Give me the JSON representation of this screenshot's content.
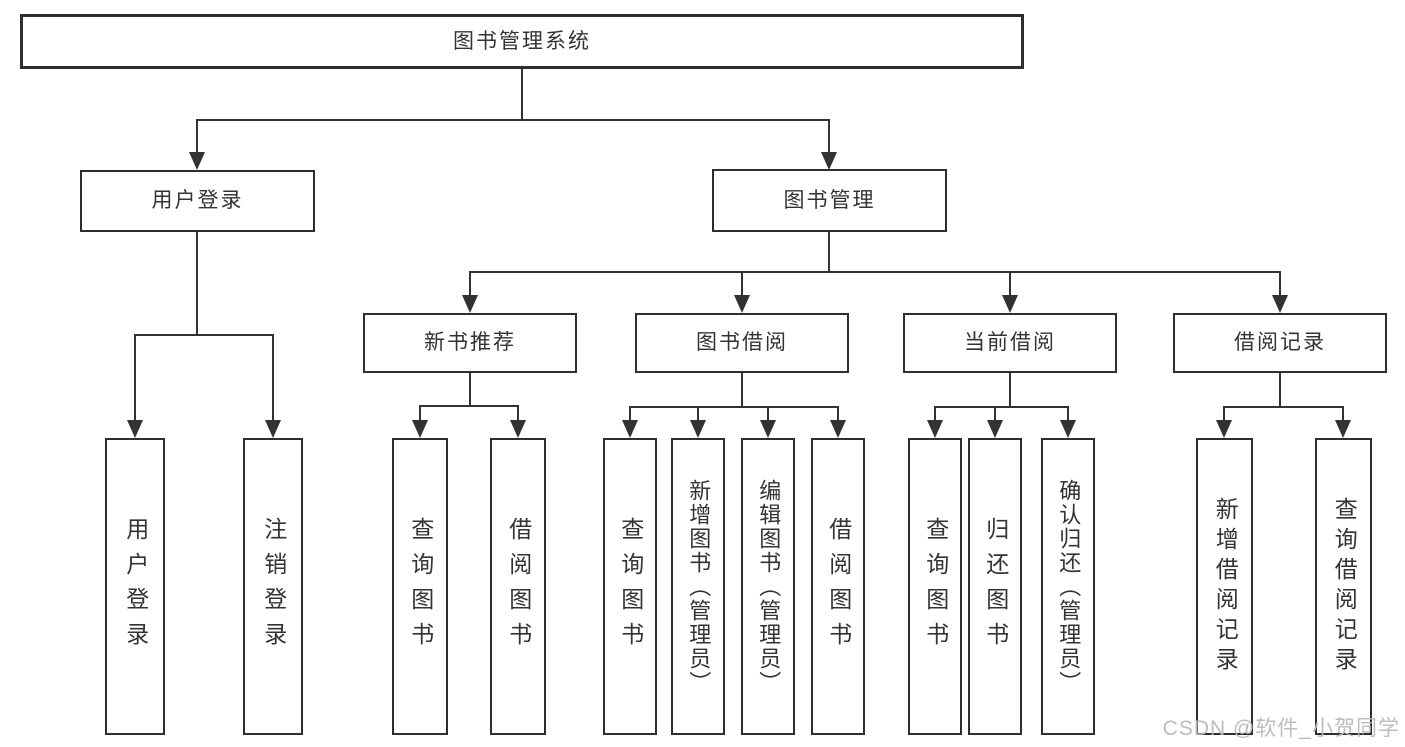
{
  "colors": {
    "line": "#333333",
    "box_border": "#2e2e2e",
    "box_background": "#ffffff",
    "text": "#333333",
    "watermark": "#b9b9b9"
  },
  "nodes": {
    "root": "图书管理系统",
    "user_login": "用户登录",
    "book_mgmt": "图书管理",
    "new_book_rec": "新书推荐",
    "book_borrow": "图书借阅",
    "current_borrow": "当前借阅",
    "borrow_records": "借阅记录",
    "leaf_user_login": "用户登录",
    "leaf_logout_login": "注销登录",
    "leaf_query_book_rec": "查询图书",
    "leaf_borrow_book_rec": "借阅图书",
    "leaf_query_book_borrow": "查询图书",
    "leaf_add_book_admin": "新增图书（管理员）",
    "leaf_edit_book_admin": "编辑图书（管理员）",
    "leaf_borrow_book_borrow": "借阅图书",
    "leaf_query_book_current": "查询图书",
    "leaf_return_book": "归还图书",
    "leaf_confirm_return_admin": "确认归还（管理员）",
    "leaf_add_borrow_record": "新增借阅记录",
    "leaf_query_borrow_record": "查询借阅记录"
  },
  "watermark": "CSDN @软件_小贺同学"
}
